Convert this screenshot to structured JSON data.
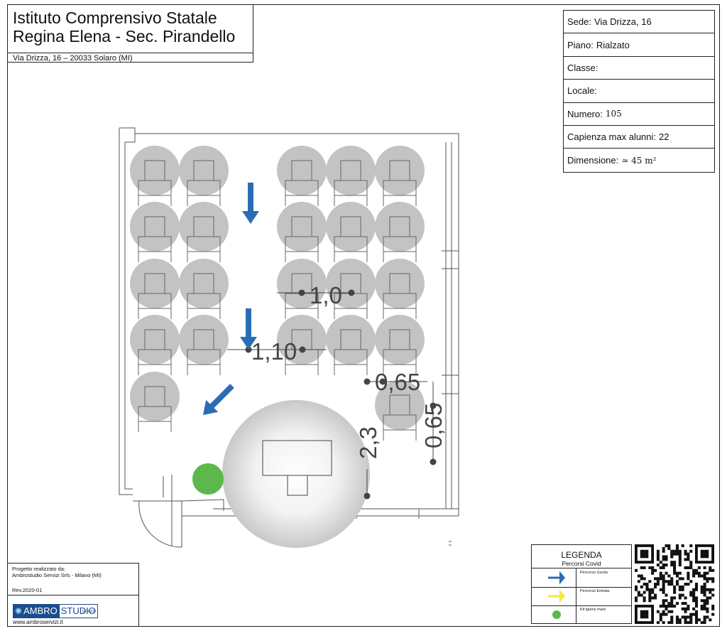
{
  "title_block": {
    "line1": "Istituto Comprensivo Statale",
    "line2": "Regina Elena - Sec. Pirandello",
    "address": "Via Drizza, 16 – 20033 Solaro (MI)"
  },
  "info_table": {
    "sede_label": "Sede:",
    "sede_value": "Via Drizza, 16",
    "piano_label": "Piano:",
    "piano_value": "Rialzato",
    "classe_label": "Classe:",
    "locale_label": "Locale:",
    "numero_label": "Numero:",
    "numero_value": "105",
    "capienza_label": "Capienza max alunni:",
    "capienza_value": "22",
    "dimensione_label": "Dimensione:",
    "dimensione_value": "≃ 45 m²"
  },
  "plan": {
    "dims": {
      "desk_row_gap": "1,0",
      "aisle_gap": "1,10",
      "side_gap_h": "0,65",
      "side_gap_v": "0,65",
      "teacher_gap": "2,3"
    }
  },
  "credits": {
    "line1": "Progetto realizzato da:",
    "line2": "Ambrostudio Servizi Srls - Milano (MI)",
    "rev": "Rev.2020-01",
    "logo_part1": "AMBRO",
    "logo_part2": "STUDIO",
    "logo_tagline": "SERVIZI",
    "website": "www.ambroservizi.it"
  },
  "legend": {
    "title": "LEGENDA",
    "subtitle": "Percorsi Covid",
    "items": [
      {
        "label": "Percorso Uscita",
        "icon": "arrow-right-icon",
        "color": "#2a6db5"
      },
      {
        "label": "Percorso Entrata",
        "icon": "arrow-right-icon",
        "color": "#f2e94a"
      },
      {
        "label": "Kit igiene mani",
        "icon": "dot-icon",
        "color": "#5cb84b"
      }
    ]
  },
  "colors": {
    "exit_arrow": "#2a6db5",
    "hand_kit": "#5cb84b",
    "zone_circle": "#bdbdbd"
  }
}
